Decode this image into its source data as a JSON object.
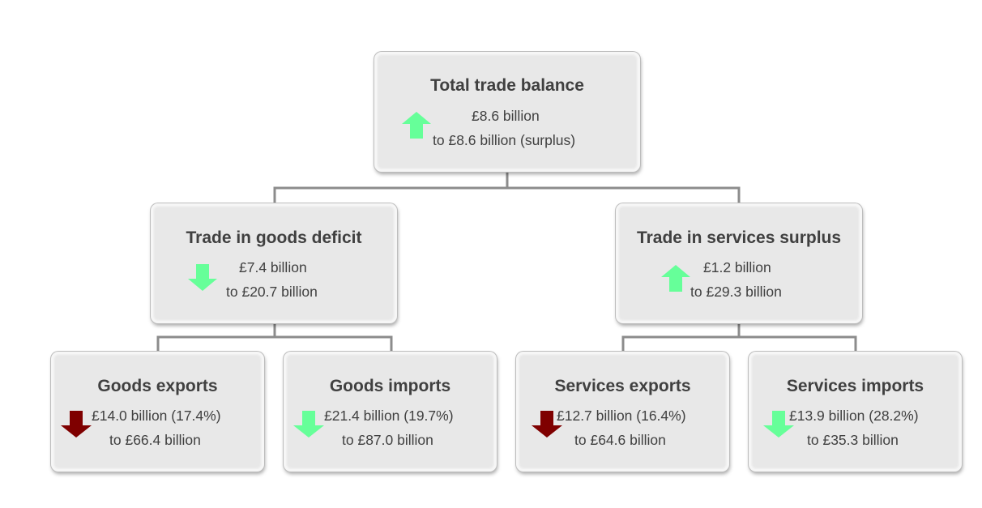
{
  "colors": {
    "up": "#66ff99",
    "down_green": "#66ff99",
    "down_red": "#7f0000",
    "connector": "#8c8c8c"
  },
  "total": {
    "title": "Total trade balance",
    "line1": "£8.6 billion",
    "line2": "to £8.6 billion (surplus)",
    "arrow": "arrow-up-green-icon"
  },
  "goods": {
    "title": "Trade in goods deficit",
    "line1": "£7.4 billion",
    "line2": "to £20.7 billion",
    "arrow": "arrow-down-green-icon"
  },
  "services": {
    "title": "Trade in services surplus",
    "line1": "£1.2 billion",
    "line2": "to £29.3 billion",
    "arrow": "arrow-up-green-icon"
  },
  "goods_exports": {
    "title": "Goods exports",
    "line1": "£14.0 billion (17.4%)",
    "line2": "to £66.4 billion",
    "arrow": "arrow-down-red-icon"
  },
  "goods_imports": {
    "title": "Goods imports",
    "line1": "£21.4 billion (19.7%)",
    "line2": "to £87.0 billion",
    "arrow": "arrow-down-green-icon"
  },
  "services_exports": {
    "title": "Services exports",
    "line1": "£12.7 billion (16.4%)",
    "line2": "to £64.6 billion",
    "arrow": "arrow-down-red-icon"
  },
  "services_imports": {
    "title": "Services imports",
    "line1": "£13.9 billion (28.2%)",
    "line2": "to £35.3 billion",
    "arrow": "arrow-down-green-icon"
  }
}
